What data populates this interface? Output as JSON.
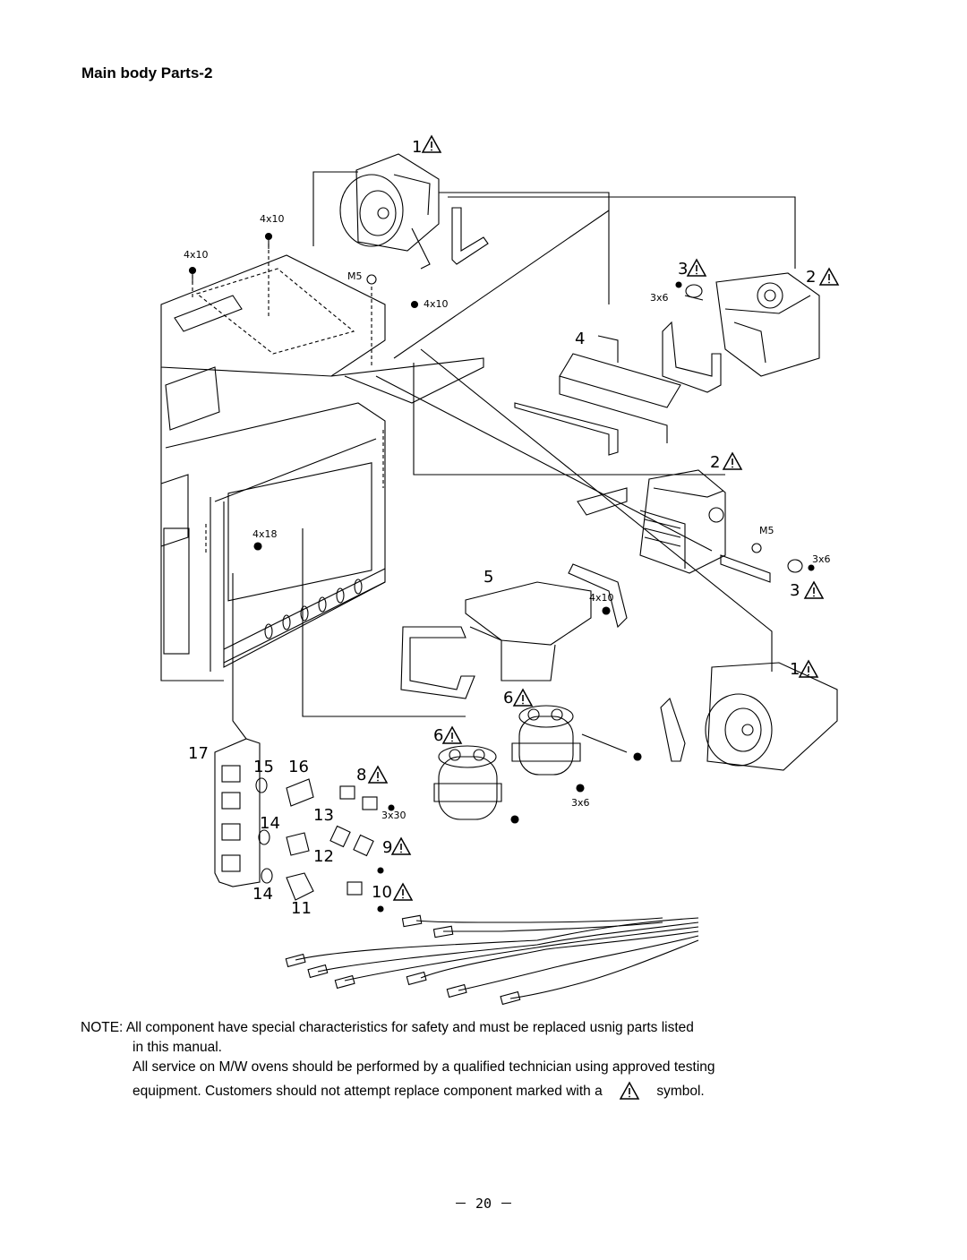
{
  "title": "Main body Parts-2",
  "callouts": {
    "c1a": "1",
    "c1b": "1",
    "c2a": "2",
    "c2b": "2",
    "c3a": "3",
    "c3b": "3",
    "c4": "4",
    "c5": "5",
    "c6a": "6",
    "c6b": "6",
    "c8": "8",
    "c9": "9",
    "c10": "10",
    "c11": "11",
    "c12": "12",
    "c13": "13",
    "c14a": "14",
    "c14b": "14",
    "c15": "15",
    "c16": "16",
    "c17": "17"
  },
  "screws": {
    "s_4x10_a": "4x10",
    "s_4x10_b": "4x10",
    "s_4x10_c": "4x10",
    "s_4x10_d": "4x10",
    "s_m5_a": "M5",
    "s_m5_b": "M5",
    "s_3x6_a": "3x6",
    "s_3x6_b": "3x6",
    "s_3x6_c": "3x6",
    "s_4x18": "4x18",
    "s_3x30": "3x30"
  },
  "note": {
    "line1": "NOTE: All component  have special characteristics for safety and must be replaced usnig parts listed",
    "line2": "in this manual.",
    "line3": "All service on M/W ovens should be performed by a qualified technician using approved testing",
    "line4a": "equipment. Customers should not attempt replace component marked with a",
    "line4b": "symbol."
  },
  "page_number": "－ 20 －"
}
